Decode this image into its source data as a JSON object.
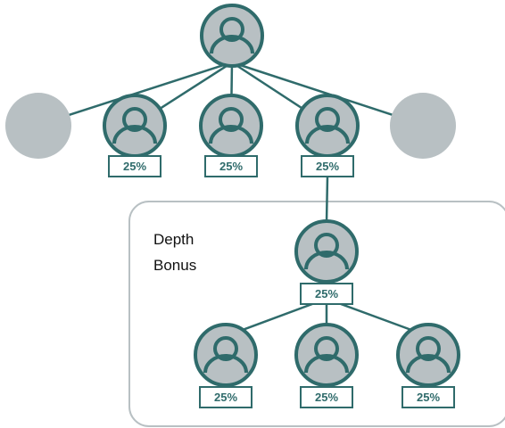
{
  "colors": {
    "teal": "#2f6b6b",
    "fill": "#b8c0c3",
    "panel_border": "#b8c0c3",
    "background": "#ffffff"
  },
  "icons": {
    "member": "person-icon",
    "empty_slot": "empty-slot"
  },
  "depth_panel": {
    "title_line1": "Depth",
    "title_line2": "Bonus"
  },
  "tree": {
    "root": {
      "label": ""
    },
    "level1": [
      {
        "type": "empty",
        "label": ""
      },
      {
        "type": "member",
        "label": "25%"
      },
      {
        "type": "member",
        "label": "25%"
      },
      {
        "type": "member",
        "label": "25%"
      },
      {
        "type": "empty",
        "label": ""
      }
    ],
    "depth_node": {
      "label": "25%"
    },
    "level3": [
      {
        "type": "member",
        "label": "25%"
      },
      {
        "type": "member",
        "label": "25%"
      },
      {
        "type": "member",
        "label": "25%"
      }
    ]
  }
}
